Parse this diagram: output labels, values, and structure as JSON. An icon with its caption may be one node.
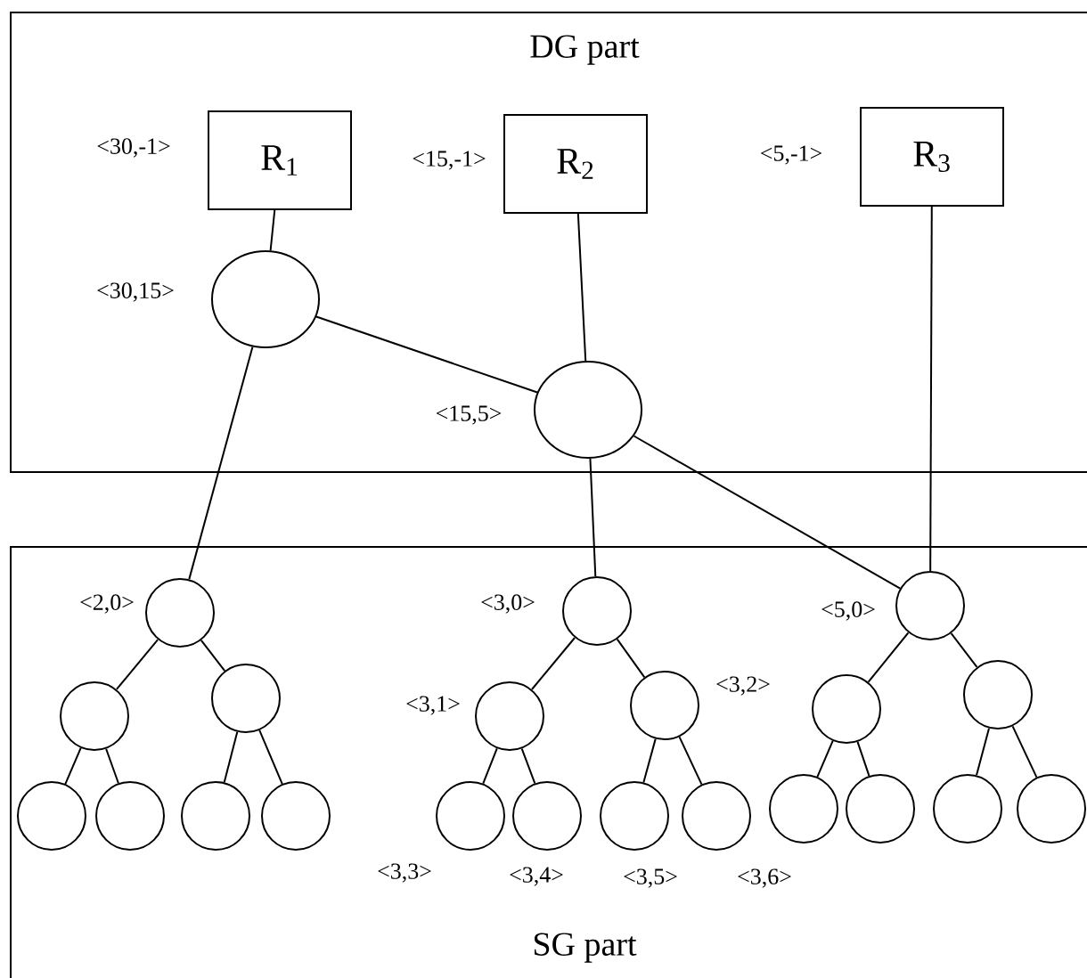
{
  "diagram": {
    "nodes": [
      {
        "text": [
          "DG part"
        ]
      },
      {
        "text": [
          "R$_{1}$"
        ],
        "in": 0,
        "beside": [
          "<30,-1>"
        ]
      },
      {
        "text": [
          "R$_{2}$"
        ],
        "in": 0,
        "beside": [
          "<15,-1>"
        ]
      },
      {
        "text": [
          "R$_{3}$"
        ],
        "in": 0,
        "beside": [
          "<5,-1>"
        ]
      },
      {
        "text": [],
        "shape": "ellipse",
        "in": 0,
        "beside": [
          "<30,15>"
        ]
      },
      {
        "text": [],
        "shape": "ellipse",
        "in": 0,
        "beside": [
          "<15,5>"
        ]
      },
      {
        "text": [
          "SG part"
        ]
      },
      {
        "text": [],
        "shape": "circle",
        "in": 6,
        "beside": [
          "<2,0>"
        ]
      },
      {
        "text": [],
        "shape": "circle",
        "in": 6
      },
      {
        "text": [],
        "shape": "circle",
        "in": 6
      },
      {
        "text": [],
        "shape": "circle",
        "in": 6
      },
      {
        "text": [],
        "shape": "circle",
        "in": 6
      },
      {
        "text": [],
        "shape": "circle",
        "in": 6
      },
      {
        "text": [],
        "shape": "circle",
        "in": 6
      },
      {
        "text": [],
        "shape": "circle",
        "in": 6,
        "beside": [
          "<3,0>"
        ]
      },
      {
        "text": [],
        "shape": "circle",
        "in": 6,
        "beside": [
          "<3,1>"
        ]
      },
      {
        "text": [],
        "shape": "circle",
        "in": 6,
        "beside": [
          "<3,2>"
        ]
      },
      {
        "text": [],
        "shape": "circle",
        "in": 6,
        "beside": [
          "<3,3>"
        ]
      },
      {
        "text": [],
        "shape": "circle",
        "in": 6,
        "beside": [
          "<3,4>"
        ]
      },
      {
        "text": [],
        "shape": "circle",
        "in": 6,
        "beside": [
          "<3,5>"
        ]
      },
      {
        "text": [],
        "shape": "circle",
        "in": 6,
        "beside": [
          "<3,6>"
        ]
      },
      {
        "text": [],
        "shape": "circle",
        "in": 6,
        "beside": [
          "<5,0>"
        ]
      },
      {
        "text": [],
        "shape": "circle",
        "in": 6
      },
      {
        "text": [],
        "shape": "circle",
        "in": 6
      },
      {
        "text": [],
        "shape": "circle",
        "in": 6
      },
      {
        "text": [],
        "shape": "circle",
        "in": 6
      },
      {
        "text": [],
        "shape": "circle",
        "in": 6
      },
      {
        "text": [],
        "shape": "circle",
        "in": 6
      }
    ],
    "edges": [
      {
        "from": 1,
        "to": 4,
        "arrow": "none"
      },
      {
        "from": 2,
        "to": 5,
        "arrow": "none"
      },
      {
        "from": 4,
        "to": 5,
        "arrow": "none"
      },
      {
        "from": 4,
        "to": 7,
        "arrow": "none"
      },
      {
        "from": 5,
        "to": 14,
        "arrow": "none"
      },
      {
        "from": 5,
        "to": 21,
        "arrow": "none"
      },
      {
        "from": 3,
        "to": 21,
        "arrow": "none"
      },
      {
        "from": 7,
        "to": 8,
        "arrow": "none"
      },
      {
        "from": 7,
        "to": 9,
        "arrow": "none"
      },
      {
        "from": 8,
        "to": 10,
        "arrow": "none"
      },
      {
        "from": 8,
        "to": 11,
        "arrow": "none"
      },
      {
        "from": 9,
        "to": 12,
        "arrow": "none"
      },
      {
        "from": 9,
        "to": 13,
        "arrow": "none"
      },
      {
        "from": 14,
        "to": 15,
        "arrow": "none"
      },
      {
        "from": 14,
        "to": 16,
        "arrow": "none"
      },
      {
        "from": 15,
        "to": 17,
        "arrow": "none"
      },
      {
        "from": 15,
        "to": 18,
        "arrow": "none"
      },
      {
        "from": 16,
        "to": 19,
        "arrow": "none"
      },
      {
        "from": 16,
        "to": 20,
        "arrow": "none"
      },
      {
        "from": 21,
        "to": 22,
        "arrow": "none"
      },
      {
        "from": 21,
        "to": 23,
        "arrow": "none"
      },
      {
        "from": 22,
        "to": 24,
        "arrow": "none"
      },
      {
        "from": 22,
        "to": 25,
        "arrow": "none"
      },
      {
        "from": 23,
        "to": 26,
        "arrow": "none"
      },
      {
        "from": 23,
        "to": 27,
        "arrow": "none"
      }
    ]
  }
}
